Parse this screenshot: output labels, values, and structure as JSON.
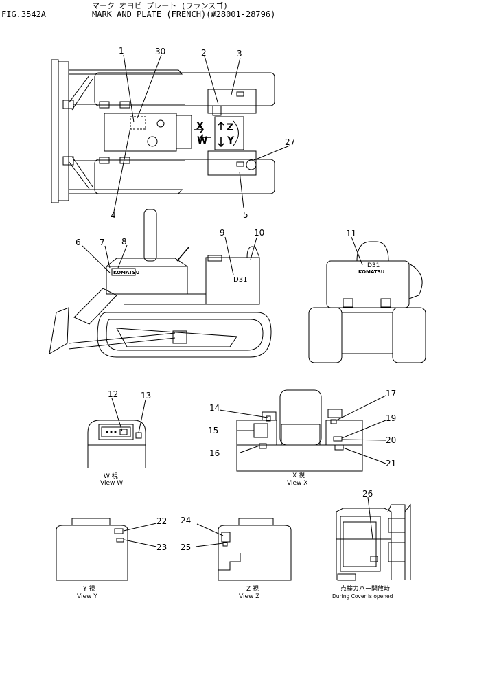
{
  "header": {
    "figure_number": "FIG.3542A",
    "japanese_title": "マーク オヨビ プレート (フランスゴ)",
    "title": "MARK AND PLATE (FRENCH)(#28001-28796)"
  },
  "callouts": [
    "1",
    "30",
    "2",
    "3",
    "27",
    "5",
    "4",
    "6",
    "7",
    "8",
    "9",
    "10",
    "11",
    "12",
    "13",
    "14",
    "15",
    "16",
    "17",
    "19",
    "20",
    "21",
    "22",
    "23",
    "24",
    "25",
    "26"
  ],
  "view_letters": [
    "X",
    "W",
    "Z",
    "Y"
  ],
  "decal_text": {
    "brand": "KOMATSU",
    "model": "D31",
    "model_rear": "D31"
  },
  "captions": {
    "view_w_jp": "W 視",
    "view_w": "View  W",
    "view_x_jp": "X 視",
    "view_x": "View  X",
    "view_y_jp": "Y 視",
    "view_y": "View  Y",
    "view_z_jp": "Z 視",
    "view_z": "View  Z",
    "cover_jp": "点検カバー開放時",
    "cover": "During Cover is opened"
  }
}
